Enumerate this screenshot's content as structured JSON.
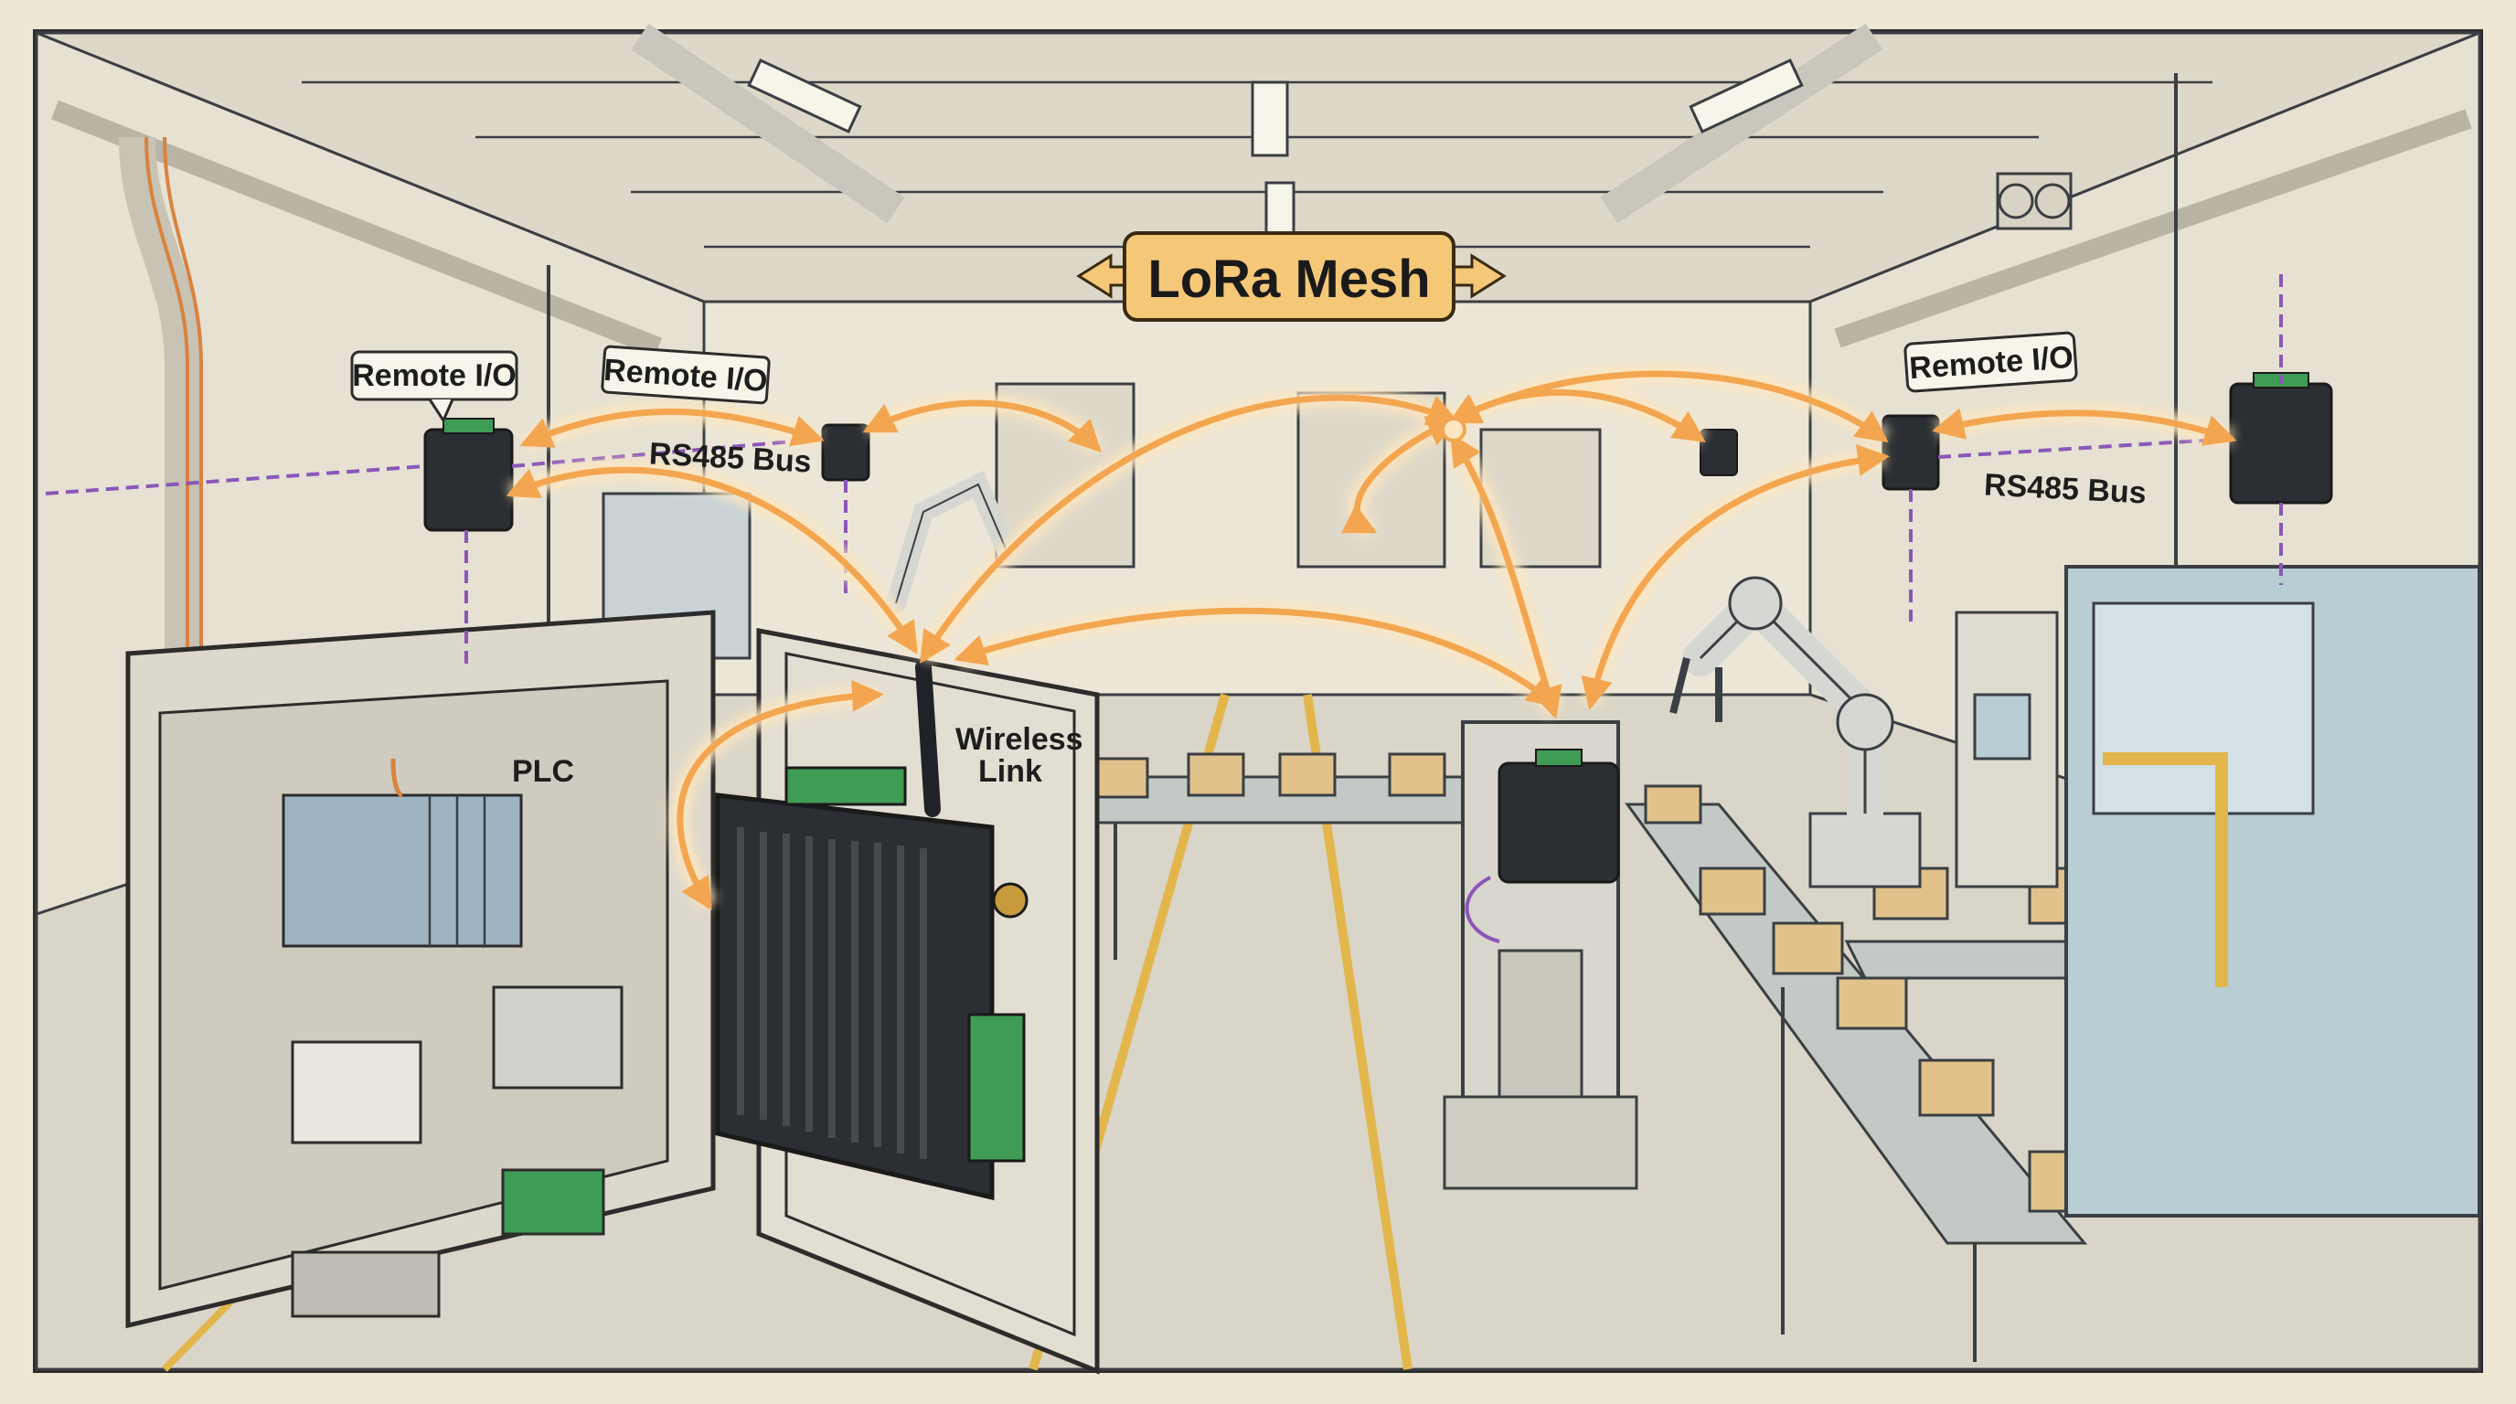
{
  "title": "LoRa Mesh",
  "labels": {
    "remote_io_left": "Remote I/O",
    "remote_io_mid": "Remote I/O",
    "remote_io_right": "Remote I/O",
    "rs485_left": "RS485 Bus",
    "rs485_right": "RS485 Bus",
    "plc": "PLC",
    "wireless_link": "Wireless\nLink"
  },
  "colors": {
    "background": "#efe7d6",
    "mesh_link": "#f3a64f",
    "mesh_link_glow": "#fde6c0",
    "bus_line": "#8b56b8",
    "title_fill": "#f5c878",
    "device_body": "#2b2f33",
    "terminal_green": "#3f9c54",
    "floor_stripe": "#e2b64a",
    "machine_blue": "#b9cdd4"
  },
  "icons": [
    "antenna-icon",
    "gateway-device",
    "remote-io-module",
    "robot-arm",
    "conveyor-box"
  ]
}
